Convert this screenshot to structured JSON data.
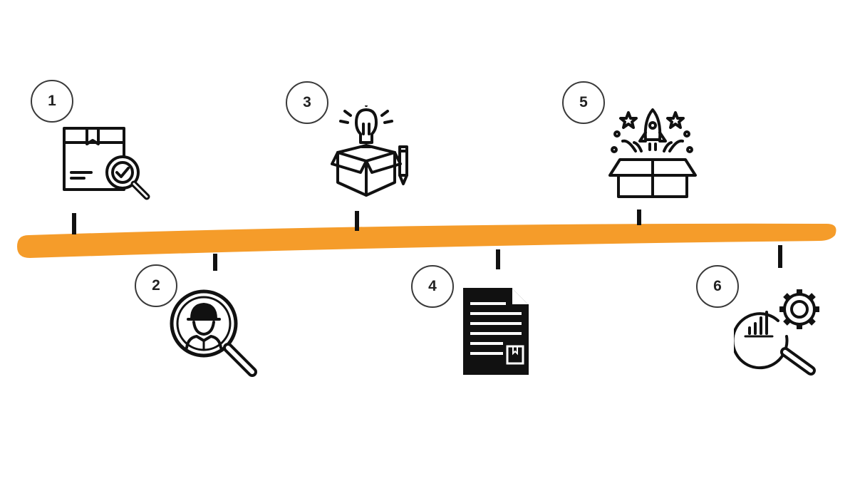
{
  "colors": {
    "bar": "#f59c2a",
    "ink": "#111111",
    "badge_border": "#3a3a3a"
  },
  "steps": [
    {
      "number": "1",
      "icon": "package-inspection-icon"
    },
    {
      "number": "2",
      "icon": "worker-search-icon"
    },
    {
      "number": "3",
      "icon": "idea-box-icon"
    },
    {
      "number": "4",
      "icon": "shipping-document-icon"
    },
    {
      "number": "5",
      "icon": "product-launch-icon"
    },
    {
      "number": "6",
      "icon": "analytics-settings-icon"
    }
  ]
}
